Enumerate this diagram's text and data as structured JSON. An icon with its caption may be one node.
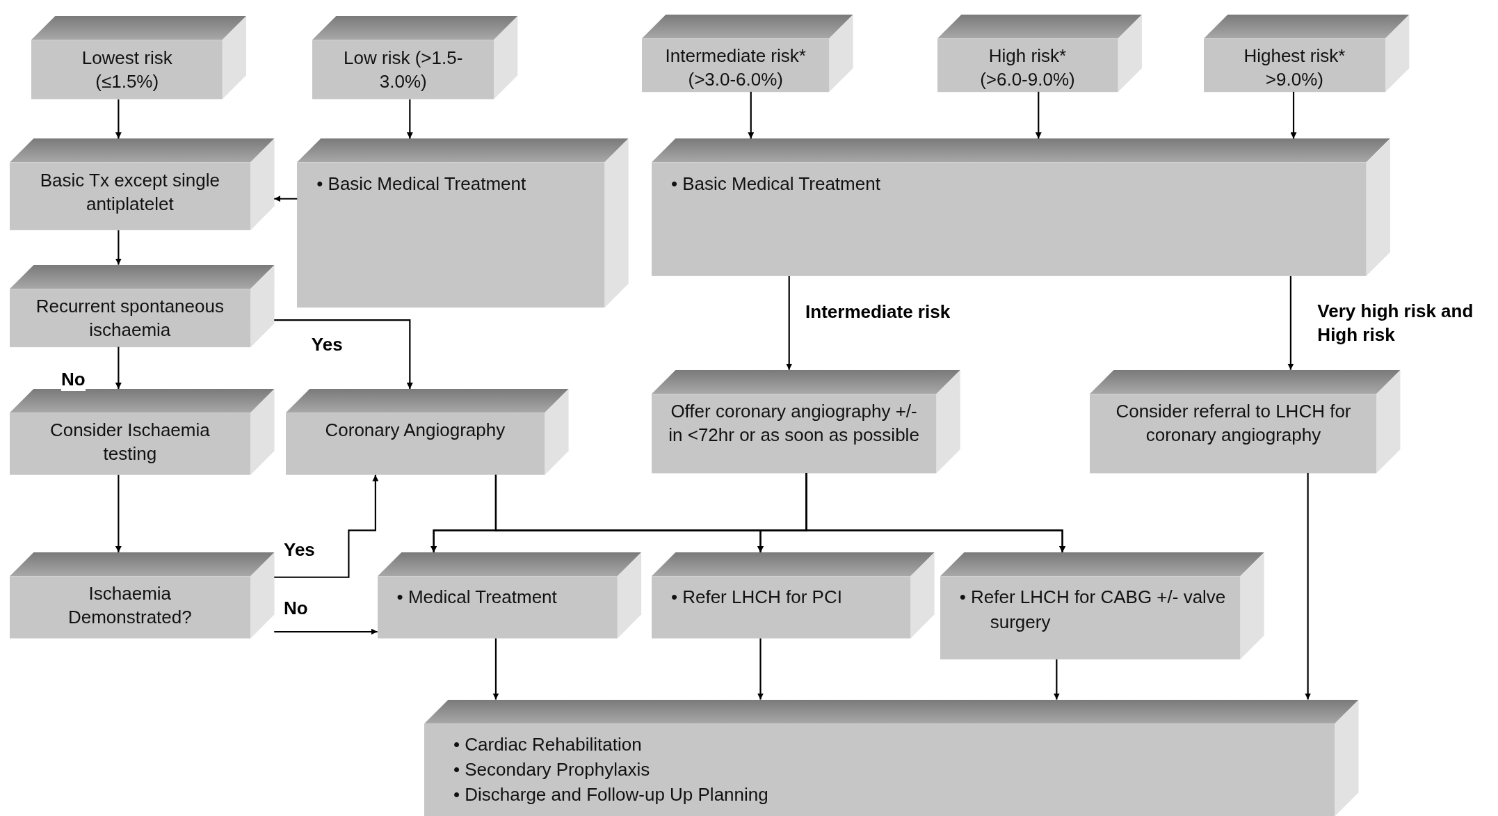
{
  "diagram": {
    "nodes": [
      {
        "text": [
          "Lowest risk (≤1.5%)"
        ]
      },
      {
        "text": [
          "Low risk (>1.5-3.0%)"
        ]
      },
      {
        "text": [
          "Intermediate risk* (>3.0-6.0%)"
        ]
      },
      {
        "text": [
          "High risk* (>6.0-9.0%)"
        ]
      },
      {
        "text": [
          "Highest risk* >9.0%)"
        ]
      },
      {
        "text": [
          "Basic Tx except single antiplatelet"
        ]
      },
      {
        "text": [
          "• Basic Medical Treatment"
        ]
      },
      {
        "text": [
          "• Basic Medical Treatment"
        ]
      },
      {
        "text": [
          "Recurrent spontaneous ischaemia"
        ]
      },
      {
        "text": [
          "Consider Ischaemia testing"
        ]
      },
      {
        "text": [
          "Coronary Angiography"
        ]
      },
      {
        "text": [
          "Offer coronary angiography +/- in <72hr or as soon as possible"
        ]
      },
      {
        "text": [
          "Consider referral to LHCH for coronary angiography"
        ]
      },
      {
        "text": [
          "Ischaemia Demonstrated?"
        ]
      },
      {
        "text": [
          "• Medical Treatment"
        ]
      },
      {
        "text": [
          "• Refer LHCH for PCI"
        ]
      },
      {
        "text": [
          "• Refer LHCH for CABG +/- valve surgery"
        ]
      },
      {
        "text": [
          "• Cardiac Rehabilitation",
          "• Secondary Prophylaxis",
          "• Discharge and Follow-up Up Planning"
        ]
      }
    ],
    "edges": [
      {
        "from": 0,
        "to": 5,
        "arrow": "to"
      },
      {
        "from": 1,
        "to": 6,
        "arrow": "to"
      },
      {
        "from": 6,
        "to": 5,
        "arrow": "to"
      },
      {
        "from": 2,
        "to": 7,
        "arrow": "to"
      },
      {
        "from": 3,
        "to": 7,
        "arrow": "to"
      },
      {
        "from": 4,
        "to": 7,
        "arrow": "to"
      },
      {
        "from": 5,
        "to": 8,
        "arrow": "to"
      },
      {
        "from": 8,
        "to": 9,
        "arrow": "to",
        "label": "No"
      },
      {
        "from": 8,
        "to": 10,
        "arrow": "to",
        "label": "Yes"
      },
      {
        "from": 9,
        "to": 13,
        "arrow": "to"
      },
      {
        "from": 13,
        "to": 10,
        "arrow": "to",
        "label": "Yes"
      },
      {
        "from": 13,
        "to": 14,
        "arrow": "to",
        "label": "No"
      },
      {
        "from": 7,
        "to": 11,
        "arrow": "to",
        "label": "Intermediate risk"
      },
      {
        "from": 7,
        "to": 12,
        "arrow": "to",
        "label": "Very high risk and High risk"
      },
      {
        "from": 10,
        "to": 14,
        "arrow": "to"
      },
      {
        "from": 10,
        "to": 15,
        "arrow": "to"
      },
      {
        "from": 10,
        "to": 16,
        "arrow": "to"
      },
      {
        "from": 11,
        "to": 14,
        "arrow": "to"
      },
      {
        "from": 11,
        "to": 15,
        "arrow": "to"
      },
      {
        "from": 11,
        "to": 16,
        "arrow": "to"
      },
      {
        "from": 14,
        "to": 17,
        "arrow": "to"
      },
      {
        "from": 15,
        "to": 17,
        "arrow": "to"
      },
      {
        "from": 16,
        "to": 17,
        "arrow": "to"
      },
      {
        "from": 12,
        "to": 17,
        "arrow": "to"
      }
    ]
  }
}
